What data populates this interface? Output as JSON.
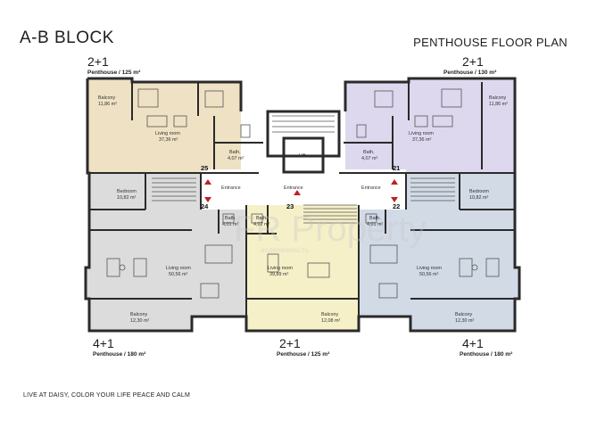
{
  "header": {
    "block_title": "A-B BLOCK",
    "plan_title": "PENTHOUSE FLOOR PLAN"
  },
  "units": {
    "top_left": {
      "type": "2+1",
      "label": "Penthouse / 125 m²"
    },
    "top_right": {
      "type": "2+1",
      "label": "Penthouse / 130 m²"
    },
    "bottom_left": {
      "type": "4+1",
      "label": "Penthouse / 180 m²"
    },
    "bottom_center": {
      "type": "2+1",
      "label": "Penthouse / 125 m²"
    },
    "bottom_right": {
      "type": "4+1",
      "label": "Penthouse / 180 m²"
    }
  },
  "rooms": {
    "tl_balcony": "Balcony",
    "tl_balcony_area": "11,86 m²",
    "tl_living": "Living room",
    "tl_living_area": "37,36 m²",
    "tl_bath": "Bath.",
    "tl_bath_area": "4,07 m²",
    "tr_balcony": "Balcony",
    "tr_balcony_area": "11,86 m²",
    "tr_living": "Living room",
    "tr_living_area": "37,36 m²",
    "tr_bath": "Bath.",
    "tr_bath_area": "4,07 m²",
    "lift": "Lift",
    "entrance_left": "Entrance",
    "entrance_center": "Entrance",
    "entrance_right": "Entrance",
    "bl_bedroom": "Bedroom",
    "bl_bedroom_area": "10,82 m²",
    "bl_bath1": "Bath.",
    "bl_bath1_area": "4,01 m²",
    "bl_living": "Living room",
    "bl_living_area": "50,56 m²",
    "bl_balcony": "Balcony",
    "bl_balcony_area": "12,30 m²",
    "bc_bath": "Bath.",
    "bc_bath_area": "4,02 m²",
    "bc_living": "Living room",
    "bc_living_area": "39,89 m²",
    "bc_balcony": "Balcony",
    "bc_balcony_area": "12,08 m²",
    "br_bath": "Bath.",
    "br_bath_area": "4,01 m²",
    "br_bedroom": "Bedroom",
    "br_bedroom_area": "10,82 m²",
    "br_living": "Living room",
    "br_living_area": "50,56 m²",
    "br_balcony": "Balcony",
    "br_balcony_area": "12,30 m²"
  },
  "door_numbers": {
    "n25": "25",
    "n24": "24",
    "n23": "23",
    "n22": "22",
    "n21": "21"
  },
  "watermark": {
    "brand": "FR Property",
    "sub": "недвижимость"
  },
  "footer": {
    "tagline": "LIVE AT DAISY,  COLOR YOUR LIFE PEACE AND CALM"
  },
  "colors": {
    "top_left_fill": "#efe1c4",
    "top_right_fill": "#ddd8ee",
    "bottom_left_fill": "#dcdcdc",
    "bottom_center_fill": "#f6f0c8",
    "bottom_right_fill": "#d2dae6",
    "walls": "#2a2a2a",
    "door_marker": "#c0201c"
  }
}
